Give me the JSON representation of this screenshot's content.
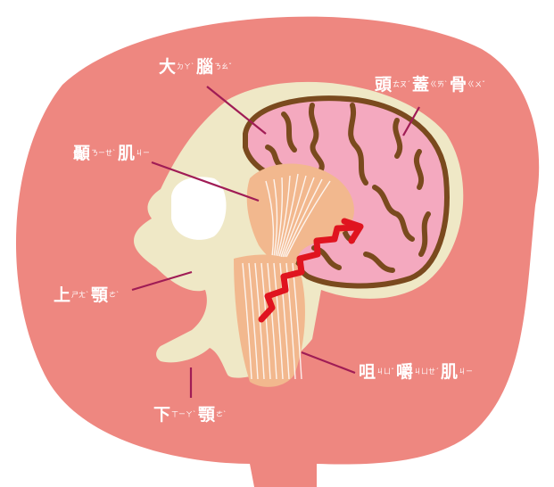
{
  "colors": {
    "background": "#ffffff",
    "head": "#ee8780",
    "skull": "#efe8c6",
    "brain": "#f4a9bf",
    "gyri": "#7a4a1e",
    "muscle": "#f2b88e",
    "arrow": "#e0141f",
    "leader": "#a01c55",
    "label_text": "#ffffff"
  },
  "labels": {
    "brain": {
      "chars": [
        "大",
        "腦"
      ],
      "zhuyin": [
        "ㄉㄚˋ",
        "ㄋㄠˇ"
      ]
    },
    "skull": {
      "chars": [
        "頭",
        "蓋",
        "骨"
      ],
      "zhuyin": [
        "ㄊㄡˊ",
        "ㄍㄞˋ",
        "ㄍㄨˇ"
      ]
    },
    "temporalis": {
      "chars": [
        "顳",
        "肌"
      ],
      "zhuyin": [
        "ㄋㄧㄝˋ",
        "ㄐㄧ"
      ]
    },
    "maxilla": {
      "chars": [
        "上",
        "顎"
      ],
      "zhuyin": [
        "ㄕㄤˋ",
        "ㄜˋ"
      ]
    },
    "masseter": {
      "chars": [
        "咀",
        "嚼",
        "肌"
      ],
      "zhuyin": [
        "ㄐㄩˇ",
        "ㄐㄩㄝˊ",
        "ㄐㄧ"
      ]
    },
    "mandible": {
      "chars": [
        "下",
        "顎"
      ],
      "zhuyin": [
        "ㄒㄧㄚˋ",
        "ㄜˋ"
      ]
    }
  },
  "icons": [
    "squiggle-arrow-icon"
  ]
}
